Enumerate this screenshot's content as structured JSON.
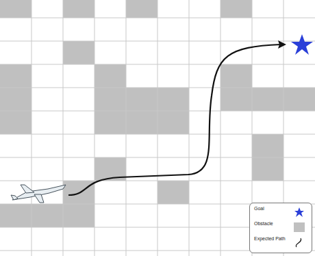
{
  "diagram": {
    "legend": [
      {
        "text": "Goal"
      },
      {
        "text": "Obstacle",
        "color": "#c0c0c0"
      },
      {
        "text": "Expected Path"
      }
    ]
  }
}
